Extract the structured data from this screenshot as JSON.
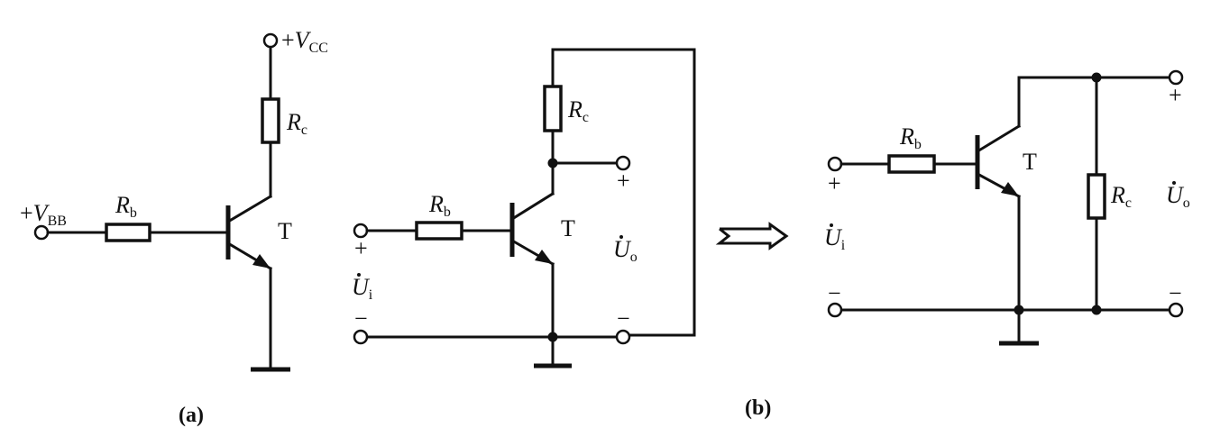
{
  "panel_a": {
    "caption": "(a)",
    "vbb_prefix": "+",
    "vbb_symbol": "V",
    "vbb_sub": "BB",
    "vcc_prefix": "+",
    "vcc_symbol": "V",
    "vcc_sub": "CC",
    "rb_symbol": "R",
    "rb_sub": "b",
    "rc_symbol": "R",
    "rc_sub": "c",
    "transistor": "T"
  },
  "panel_b1": {
    "rb_symbol": "R",
    "rb_sub": "b",
    "rc_symbol": "R",
    "rc_sub": "c",
    "transistor": "T",
    "ui_symbol": "U",
    "ui_sub": "i",
    "uo_symbol": "U",
    "uo_sub": "o",
    "plus": "+",
    "minus": "−"
  },
  "panel_b2": {
    "rb_symbol": "R",
    "rb_sub": "b",
    "rc_symbol": "R",
    "rc_sub": "c",
    "transistor": "T",
    "ui_symbol": "U",
    "ui_sub": "i",
    "uo_symbol": "U",
    "uo_sub": "o",
    "plus": "+",
    "minus": "−"
  },
  "caption_b": "(b)"
}
